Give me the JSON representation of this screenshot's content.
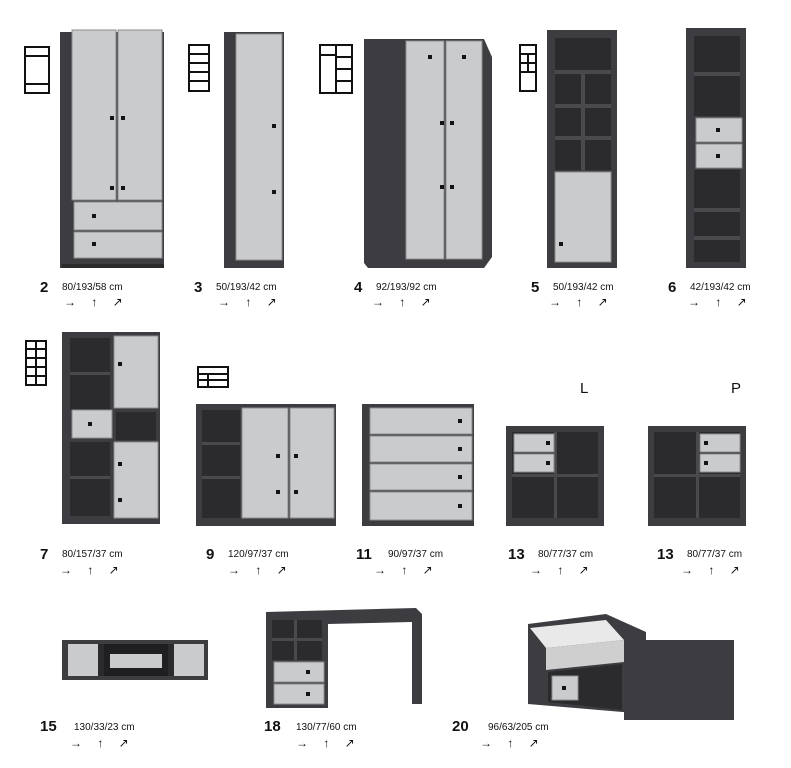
{
  "colors": {
    "body": "#3d3d41",
    "front": "#c9cbcc",
    "interior": "#2b2b2e",
    "handle": "#141414"
  },
  "side_labels": {
    "left": "L",
    "right": "P"
  },
  "items": [
    {
      "number": "2",
      "dims": "80/193/58 cm",
      "arrows": "→ ↑ ↗"
    },
    {
      "number": "3",
      "dims": "50/193/42 cm",
      "arrows": "→ ↑ ↗"
    },
    {
      "number": "4",
      "dims": "92/193/92 cm",
      "arrows": "→ ↑ ↗"
    },
    {
      "number": "5",
      "dims": "50/193/42 cm",
      "arrows": "→ ↑ ↗"
    },
    {
      "number": "6",
      "dims": "42/193/42 cm",
      "arrows": "→ ↑ ↗"
    },
    {
      "number": "7",
      "dims": "80/157/37 cm",
      "arrows": "→ ↑ ↗"
    },
    {
      "number": "9",
      "dims": "120/97/37 cm",
      "arrows": "→ ↑ ↗"
    },
    {
      "number": "11",
      "dims": "90/97/37 cm",
      "arrows": "→ ↑ ↗"
    },
    {
      "number": "13",
      "dims": "80/77/37 cm",
      "arrows": "→ ↑ ↗"
    },
    {
      "number": "13",
      "dims": "80/77/37 cm",
      "arrows": "→ ↑ ↗"
    },
    {
      "number": "15",
      "dims": "130/33/23 cm",
      "arrows": "→ ↑ ↗"
    },
    {
      "number": "18",
      "dims": "130/77/60 cm",
      "arrows": "→ ↑ ↗"
    },
    {
      "number": "20",
      "dims": "96/63/205 cm",
      "arrows": "→ ↑ ↗"
    }
  ]
}
